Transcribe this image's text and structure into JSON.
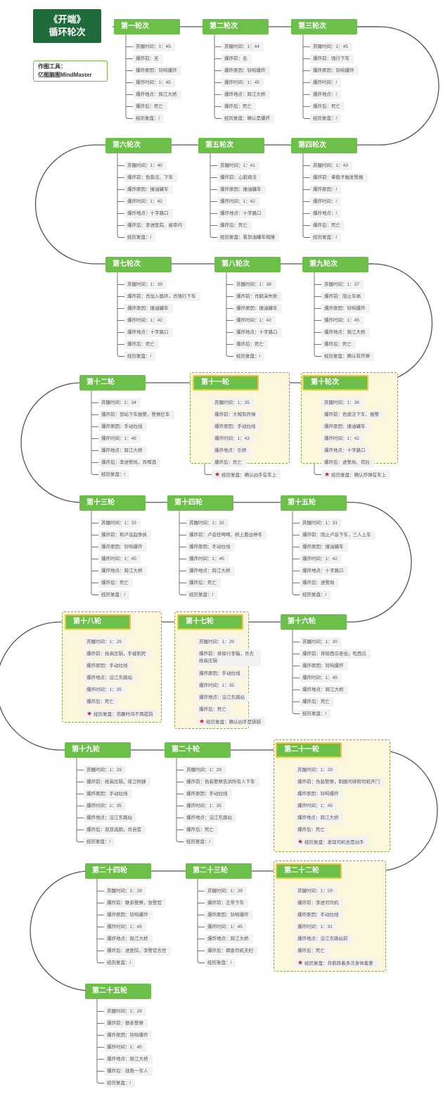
{
  "title": {
    "line1": "《开端》",
    "line2": "循环轮次"
  },
  "tool": {
    "line1": "作图工具：",
    "line2": "亿图脑图MindMaster"
  },
  "rounds": [
    {
      "key": "r1",
      "name": "第一轮次",
      "items": [
        "苏醒时间：1：45",
        "爆炸前：无",
        "爆炸原因：铃响爆炸",
        "爆炸时间：1：45",
        "爆炸地点：跨江大桥",
        "爆炸后：死亡",
        "经历复盘：/"
      ]
    },
    {
      "key": "r2",
      "name": "第二轮次",
      "items": [
        "苏醒时间：1：44",
        "爆炸前：无",
        "爆炸原因：铃响爆炸",
        "爆炸时间：1：45",
        "爆炸地点：跨江大桥",
        "爆炸后：死亡",
        "经历复盘：确认是爆炸"
      ]
    },
    {
      "key": "r3",
      "name": "第三轮次",
      "items": [
        "苏醒时间：1：45",
        "爆炸前：强行下车",
        "爆炸原因：铃响爆炸",
        "爆炸时间：/",
        "爆炸地点：/",
        "爆炸后：死亡",
        "经历复盘：/"
      ]
    },
    {
      "key": "r4",
      "name": "第四轮次",
      "items": [
        "苏醒时间：1：43",
        "爆炸前：拿稳子触发警报",
        "爆炸原因：/",
        "爆炸时间：/",
        "爆炸地点：/",
        "爆炸后：死亡",
        "经历复盘：/"
      ]
    },
    {
      "key": "r5",
      "name": "第五轮次",
      "items": [
        "苏醒时间：1：41",
        "爆炸前：心脏病法",
        "爆炸原因：撞油罐车",
        "爆炸时间：1：42",
        "爆炸地点：十字路口",
        "爆炸后：死亡",
        "经历复盘：看到油罐车相撞"
      ]
    },
    {
      "key": "r6",
      "name": "第六轮次",
      "items": [
        "苏醒时间：1：40",
        "爆炸前：色狼法、下车",
        "爆炸原因：撞油罐车",
        "爆炸时间：1：42",
        "爆炸地点：十字路口",
        "爆炸后：李进医院、被审问",
        "经历复盘：/"
      ]
    },
    {
      "key": "r7",
      "name": "第七轮次",
      "items": [
        "苏醒时间：1：39",
        "爆炸前：肖加入循环，肖强行下车",
        "爆炸原因：撞油罐车",
        "爆炸时间：1：42",
        "爆炸地点：十字路口",
        "爆炸后：死亡",
        "经历复盘：/"
      ]
    },
    {
      "key": "r8",
      "name": "第八轮次",
      "items": [
        "苏醒时间：1：38",
        "爆炸前：肖鹤演失败",
        "爆炸原因：撞油罐车",
        "爆炸时间：1：42",
        "爆炸地点：十字路口",
        "爆炸后：死亡",
        "经历复盘：/"
      ]
    },
    {
      "key": "r9",
      "name": "第九轮次",
      "items": [
        "苏醒时间：1：37",
        "爆炸前：阻止车祸",
        "爆炸原因：铃响爆炸",
        "爆炸时间：1：45",
        "爆炸地点：跨江大桥",
        "爆炸后：死亡",
        "经历复盘：确认有炸弹"
      ]
    },
    {
      "key": "r10",
      "name": "第十轮次",
      "items": [
        "苏醒时间：1：36",
        "爆炸前：色狼法下车、报警",
        "爆炸原因：撞油罐车",
        "爆炸时间：1：42",
        "爆炸地点：十字路口",
        "爆炸后：进警局、苟拉",
        "经历复盘：确认炸弹在车上"
      ]
    },
    {
      "key": "r11",
      "name": "第十一轮",
      "items": [
        "苏醒时间：1：35",
        "爆炸前：大喊有炸弹",
        "爆炸原因：手动拉线",
        "爆炸时间：1：43",
        "爆炸地点：引桥",
        "爆炸后：死亡",
        "经历复盘：确认凶手在车上"
      ]
    },
    {
      "key": "r12",
      "name": "第十二轮",
      "items": [
        "苏醒时间：1：34",
        "爆炸前：到站下车报警，警察拦车",
        "爆炸原因：手动拉线",
        "爆炸时间：1：45",
        "爆炸地点：跨江大桥",
        "爆炸后：李进警局，肖喝酒",
        "经历复盘：/"
      ]
    },
    {
      "key": "r13",
      "name": "第十三轮",
      "items": [
        "苏醒时间：1：33",
        "爆炸前：和卢岳起争执",
        "爆炸原因：铃响爆炸",
        "爆炸时间：1：45",
        "爆炸地点：跨江大桥",
        "爆炸后：死亡",
        "经历复盘：/"
      ]
    },
    {
      "key": "r14",
      "name": "第十四轮",
      "items": [
        "苏醒时间：1：32",
        "爆炸前：卢岳狂啤喝，桥上靠边停车",
        "爆炸原因：手动拉线",
        "爆炸时间：1：45",
        "爆炸地点：跨江大桥",
        "爆炸后：死亡",
        "经历复盘：/"
      ]
    },
    {
      "key": "r15",
      "name": "第十五轮",
      "items": [
        "苏醒时间：1：31",
        "爆炸前：阻止卢岳下车，三人上车",
        "爆炸原因：撞油罐车",
        "爆炸时间：1：42",
        "爆炸地点：十字路口",
        "爆炸后：进警局",
        "经历复盘：/"
      ]
    },
    {
      "key": "r16",
      "name": "第十六轮",
      "items": [
        "苏醒时间：1：30",
        "爆炸前：排除西瓜老伯，吃西瓜",
        "爆炸原因：铃响爆炸",
        "爆炸时间：1：45",
        "爆炸地点：跨江大桥",
        "爆炸后：死亡",
        "经历复盘：/"
      ]
    },
    {
      "key": "r17",
      "name": "第十七轮",
      "items": [
        "苏醒时间：1：29",
        "爆炸前：排除行李箱，肖去抢高压锅",
        "爆炸原因：手动拉线",
        "爆炸时间：1：35",
        "爆炸地点：沿江东路站",
        "爆炸后：死亡",
        "经历复盘：确认凶手是锅锅"
      ]
    },
    {
      "key": "r18",
      "name": "第十八轮",
      "items": [
        "苏醒时间：1：29",
        "爆炸前：抢高压锅，手被刺死",
        "爆炸原因：手动拉线",
        "爆炸地点：沿江东路站",
        "爆炸时间：1：35",
        "爆炸后：死亡",
        "经历复盘：苏醒时间不再提前"
      ]
    },
    {
      "key": "r19",
      "name": "第十九轮",
      "items": [
        "苏醒时间：1：29",
        "爆炸前：抢高压锅，保卫阿姨",
        "爆炸原因：手动拉线",
        "爆炸时间：1：35",
        "爆炸地点：沿江东路站",
        "爆炸后：双双逃跑，肖自首",
        "经历复盘：/"
      ]
    },
    {
      "key": "r20",
      "name": "第二十轮",
      "items": [
        "苏醒时间：1：29",
        "爆炸前：伪装警察告诉所有人下车",
        "爆炸原因：手动拉线",
        "爆炸时间：1：35",
        "爆炸地点：沿江东路站",
        "爆炸后：死亡",
        "经历复盘：/"
      ]
    },
    {
      "key": "r21",
      "name": "第二十一轮",
      "items": [
        "苏醒时间：1：29",
        "爆炸前：伪装警察，制服司绑和司机开门",
        "爆炸原因：铃响爆炸",
        "爆炸时间：1：45",
        "爆炸地点：跨江大桥",
        "爆炸后：死亡",
        "经历复盘：发现司机也是凶手"
      ]
    },
    {
      "key": "r22",
      "name": "第二十二轮",
      "items": [
        "苏醒时间：1：29",
        "爆炸前：李进司司机",
        "爆炸原因：手动拉线",
        "爆炸时间：1：31",
        "爆炸地点：沿江东路站前",
        "爆炸后：死亡",
        "经历复盘：肖鹤阵着多次身体羞差"
      ]
    },
    {
      "key": "r23",
      "name": "第二十三轮",
      "items": [
        "苏醒时间：1：29",
        "爆炸前：正常下车",
        "爆炸原因：铃响爆炸",
        "爆炸时间：1：45",
        "爆炸地点：跨江大桥",
        "爆炸后：揭查司机夫妇",
        "经历复盘：/"
      ]
    },
    {
      "key": "r24",
      "name": "第二十四轮",
      "items": [
        "苏醒时间：1：29",
        "爆炸前：联系警察，张警官",
        "爆炸原因：铃响爆炸",
        "爆炸时间：1：45",
        "爆炸地点：跨江大桥",
        "爆炸后：进医院，李警官去世",
        "经历复盘：/"
      ]
    },
    {
      "key": "r25",
      "name": "第二十五轮",
      "items": [
        "苏醒时间：1：29",
        "爆炸前：联系警察",
        "爆炸原因：铃响爆炸",
        "爆炸时间：1：45",
        "爆炸地点：跨江大桥",
        "爆炸后：拯救一车人",
        "经历复盘：/"
      ]
    }
  ]
}
